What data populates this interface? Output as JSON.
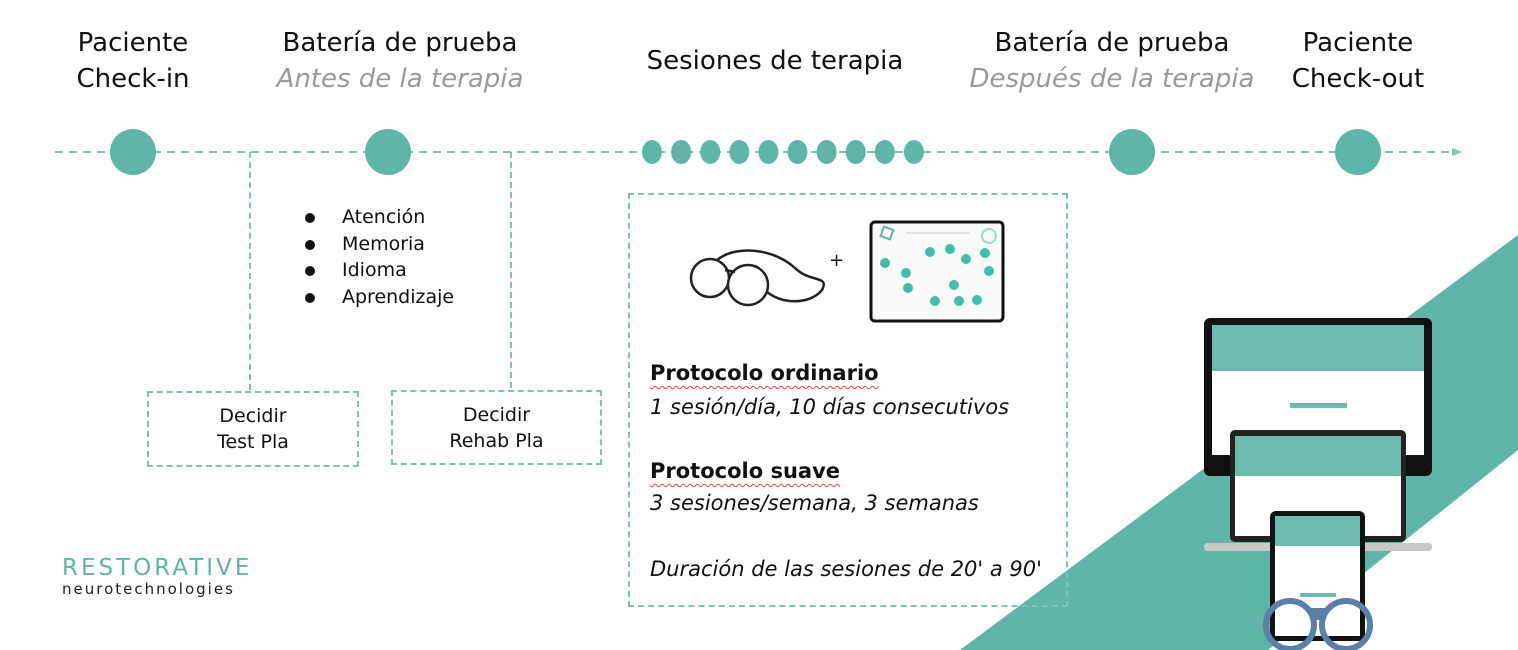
{
  "colors": {
    "accent": "#5fb5a8",
    "subtitle": "#9a9a9a"
  },
  "stages": [
    {
      "title": "Paciente",
      "subtitle": "Check-in"
    },
    {
      "title": "Batería de prueba",
      "subtitle": "Antes de la terapia"
    },
    {
      "title": "Sesiones de terapia"
    },
    {
      "title": "Batería de prueba",
      "subtitle": "Después de la terapia"
    },
    {
      "title": "Paciente",
      "subtitle": "Check-out"
    }
  ],
  "tests": [
    "Atención",
    "Memoria",
    "Idioma",
    "Aprendizaje"
  ],
  "decisions": [
    {
      "line1": "Decidir",
      "line2": "Test Pla"
    },
    {
      "line1": "Decidir",
      "line2": "Rehab Pla"
    }
  ],
  "session": {
    "plus": "+",
    "protocol1_title": "Protocolo ordinario",
    "protocol1_desc": "1 sesión/día, 10 días consecutivos",
    "protocol2_title": "Protocolo suave",
    "protocol2_desc": "3 sesiones/semana, 3 semanas",
    "duration": "Duración de las sesiones de 20' a 90'"
  },
  "session_dots": 10,
  "logo": {
    "line1": "RESTORATIVE",
    "line2": "neurotechnologies"
  }
}
